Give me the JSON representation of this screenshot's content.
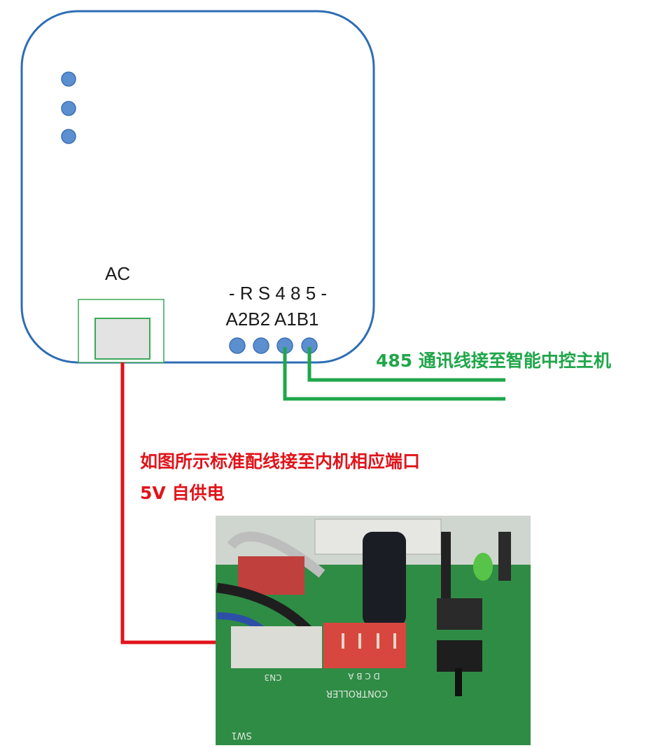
{
  "module": {
    "ac_label": "AC",
    "rs485_label": "- R S 4 8 5 -",
    "terminal_label": "A2B2 A1B1",
    "terminals": [
      "A2",
      "B2",
      "A1",
      "B1"
    ]
  },
  "annotations": {
    "rs485_note": "485 通讯线接至智能中控主机",
    "wiring_note": "如图所示标准配线接至内机相应端口",
    "power_note": "5V 自供电"
  },
  "board_photo": {
    "connector_label": "CONTROLLER",
    "pin_labels": "D C B A",
    "cn_label": "CN3",
    "sw_label": "SW1"
  },
  "colors": {
    "outline": "#2e6db4",
    "dot": "#5b8fd0",
    "green": "#1fa64a",
    "red": "#e0141b"
  }
}
